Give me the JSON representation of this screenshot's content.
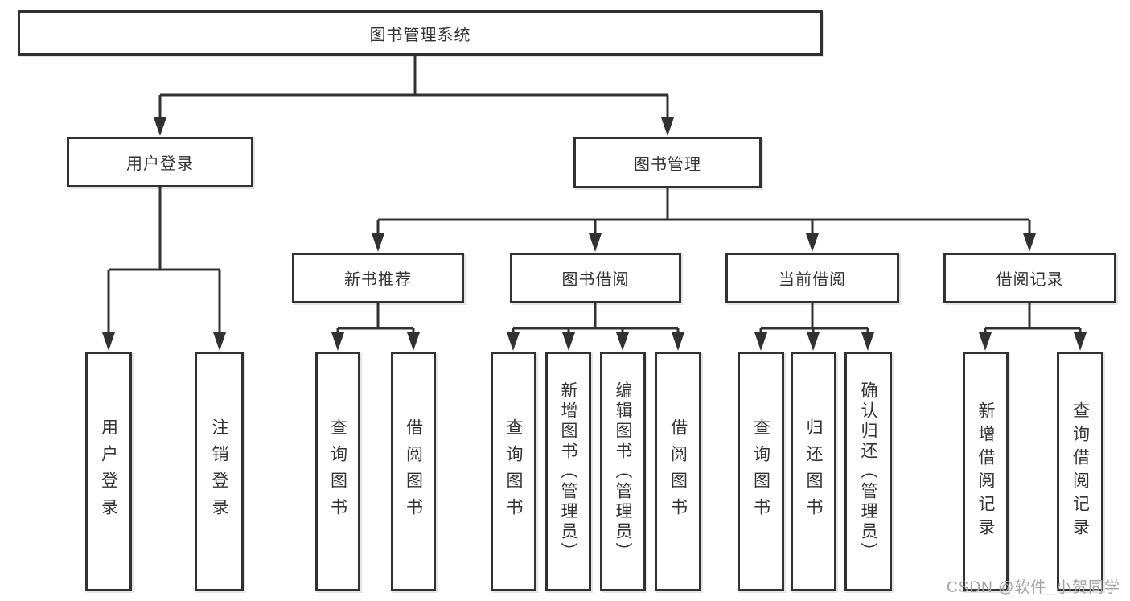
{
  "diagram_title": "图书管理系统",
  "colors": {
    "line": "#313131",
    "box_border": "#313131",
    "box_fill": "#ffffff",
    "text": "#333333",
    "watermark": "#a3a3a3",
    "background": "#ffffff"
  },
  "tree": {
    "root": "图书管理系统",
    "branches": [
      {
        "label": "用户登录",
        "children": [
          "用户登录",
          "注销登录"
        ]
      },
      {
        "label": "图书管理",
        "groups": [
          {
            "label": "新书推荐",
            "children": [
              "查询图书",
              "借阅图书"
            ]
          },
          {
            "label": "图书借阅",
            "children": [
              "查询图书",
              "新增图书（管理员）",
              "编辑图书（管理员）",
              "借阅图书"
            ]
          },
          {
            "label": "当前借阅",
            "children": [
              "查询图书",
              "归还图书",
              "确认归还（管理员）"
            ]
          },
          {
            "label": "借阅记录",
            "children": [
              "新增借阅记录",
              "查询借阅记录"
            ]
          }
        ]
      }
    ]
  },
  "watermark": {
    "text": "CSDN @软件_小贺同学"
  }
}
